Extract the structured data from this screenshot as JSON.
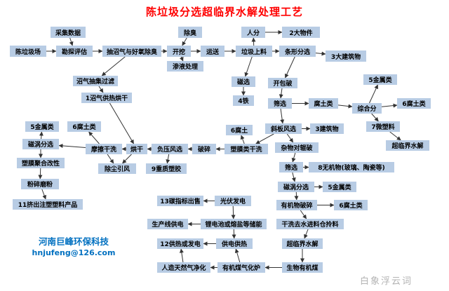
{
  "title": "陈垃圾分选超临界水解处理工艺",
  "company": {
    "name": "河南巨峰环保科技",
    "email": "hnjufeng@126.com"
  },
  "watermark": "白象浮云词",
  "colors": {
    "node_bg": "#b8cce4",
    "title_red": "#ff0000",
    "company_blue": "#0070c0",
    "arrow": "#333333"
  },
  "nodes": [
    {
      "id": "collect-data",
      "label": "采集数据"
    },
    {
      "id": "deodorize",
      "label": "除臭"
    },
    {
      "id": "manual-sort",
      "label": "人分"
    },
    {
      "id": "items-2",
      "label": "2大物件"
    },
    {
      "id": "old-landfill",
      "label": "陈垃圾场"
    },
    {
      "id": "survey-assess",
      "label": "勘探评估"
    },
    {
      "id": "biogas-aerobic-deodorize",
      "label": "抽沼气与好氧除臭"
    },
    {
      "id": "excavate",
      "label": "开挖"
    },
    {
      "id": "transport",
      "label": "运送"
    },
    {
      "id": "garbage-feeding",
      "label": "垃圾上料"
    },
    {
      "id": "bar-sorting",
      "label": "条形分选"
    },
    {
      "id": "buildings-3-people",
      "label": "3大建筑物"
    },
    {
      "id": "leachate-treatment",
      "label": "渗液处理"
    },
    {
      "id": "biogas-filter",
      "label": "沼气抽集过滤"
    },
    {
      "id": "magnetic-sort",
      "label": "磁选"
    },
    {
      "id": "bag-breaker",
      "label": "开包破"
    },
    {
      "id": "metals-5-a",
      "label": "5金属类"
    },
    {
      "id": "biogas-heat-dry",
      "label": "1沼气供热烘干"
    },
    {
      "id": "iron-4",
      "label": "4铁"
    },
    {
      "id": "sieve-1",
      "label": "筛选"
    },
    {
      "id": "humus",
      "label": "腐土类"
    },
    {
      "id": "comprehensive-sort",
      "label": "综合分"
    },
    {
      "id": "humus-6-a",
      "label": "6腐土类"
    },
    {
      "id": "metals-5-b",
      "label": "5金属类"
    },
    {
      "id": "humus-6-b",
      "label": "6腐土类"
    },
    {
      "id": "humus-6-mid",
      "label": "6腐土"
    },
    {
      "id": "inclined-air-sort",
      "label": "斜板风选"
    },
    {
      "id": "buildings-3",
      "label": "3建筑物"
    },
    {
      "id": "micro-plastics-7",
      "label": "7微塑料"
    },
    {
      "id": "eddy-magnetic-1",
      "label": "磁涡分选"
    },
    {
      "id": "friction-dry-clean",
      "label": "摩擦干洗"
    },
    {
      "id": "drying",
      "label": "烘干"
    },
    {
      "id": "negative-air-sort",
      "label": "负压风选"
    },
    {
      "id": "crushing",
      "label": "破碎"
    },
    {
      "id": "film-dry-clean",
      "label": "塑膜类干洗"
    },
    {
      "id": "roller-crusher",
      "label": "杂物对辊破"
    },
    {
      "id": "supercritical-hydrolysis-a",
      "label": "超临界水解"
    },
    {
      "id": "film-polymer-modify",
      "label": "塑膜聚合改性"
    },
    {
      "id": "dust-fan",
      "label": "除尘引风"
    },
    {
      "id": "heavy-plastic-9",
      "label": "9重质塑胶"
    },
    {
      "id": "sieve-2",
      "label": "筛选"
    },
    {
      "id": "inorganic-8",
      "label": "8无机物(玻璃、陶瓷等)"
    },
    {
      "id": "crush-grind",
      "label": "粉碎磨粉"
    },
    {
      "id": "eddy-magnetic-2",
      "label": "磁涡分选"
    },
    {
      "id": "metals-5-c",
      "label": "5金属类"
    },
    {
      "id": "extrusion-products-11",
      "label": "11挤出注塑塑料产品"
    },
    {
      "id": "carbon-credit-13",
      "label": "13碳指标出售"
    },
    {
      "id": "pv-power",
      "label": "光伏发电"
    },
    {
      "id": "organic-crush",
      "label": "有机物破碎"
    },
    {
      "id": "humus-6-c",
      "label": "6腐土类"
    },
    {
      "id": "production-power",
      "label": "生产线供电"
    },
    {
      "id": "battery-storage",
      "label": "锂电池或熔盐等储能"
    },
    {
      "id": "dry-dewater-feed",
      "label": "干洗去水进料仓拎料"
    },
    {
      "id": "heat-or-power-12",
      "label": "12供热或发电"
    },
    {
      "id": "power-heat-supply",
      "label": "供电供热"
    },
    {
      "id": "supercritical-hydrolysis-b",
      "label": "超临界水解"
    },
    {
      "id": "syngas-purify",
      "label": "人造天然气净化"
    },
    {
      "id": "organic-coal-gasifier",
      "label": "有机煤气化炉"
    },
    {
      "id": "bio-organic-coal",
      "label": "生物有机煤"
    }
  ],
  "edges": [
    [
      "collect-data",
      "survey-assess"
    ],
    [
      "old-landfill",
      "survey-assess"
    ],
    [
      "survey-assess",
      "biogas-aerobic-deodorize"
    ],
    [
      "biogas-aerobic-deodorize",
      "excavate"
    ],
    [
      "deodorize",
      "excavate"
    ],
    [
      "excavate",
      "transport"
    ],
    [
      "excavate",
      "leachate-treatment"
    ],
    [
      "transport",
      "garbage-feeding"
    ],
    [
      "garbage-feeding",
      "manual-sort"
    ],
    [
      "manual-sort",
      "items-2"
    ],
    [
      "garbage-feeding",
      "bar-sorting"
    ],
    [
      "garbage-feeding",
      "magnetic-sort"
    ],
    [
      "magnetic-sort",
      "iron-4"
    ],
    [
      "bar-sorting",
      "buildings-3-people"
    ],
    [
      "bar-sorting",
      "bag-breaker"
    ],
    [
      "bag-breaker",
      "sieve-1"
    ],
    [
      "sieve-1",
      "humus"
    ],
    [
      "humus",
      "comprehensive-sort"
    ],
    [
      "comprehensive-sort",
      "metals-5-a"
    ],
    [
      "comprehensive-sort",
      "humus-6-a"
    ],
    [
      "comprehensive-sort",
      "micro-plastics-7"
    ],
    [
      "micro-plastics-7",
      "supercritical-hydrolysis-a"
    ],
    [
      "sieve-1",
      "inclined-air-sort"
    ],
    [
      "inclined-air-sort",
      "buildings-3"
    ],
    [
      "inclined-air-sort",
      "roller-crusher"
    ],
    [
      "inclined-air-sort",
      "film-dry-clean"
    ],
    [
      "roller-crusher",
      "sieve-2"
    ],
    [
      "sieve-2",
      "inorganic-8"
    ],
    [
      "sieve-2",
      "eddy-magnetic-2"
    ],
    [
      "eddy-magnetic-2",
      "metals-5-c"
    ],
    [
      "eddy-magnetic-2",
      "organic-crush"
    ],
    [
      "organic-crush",
      "humus-6-c"
    ],
    [
      "organic-crush",
      "dry-dewater-feed"
    ],
    [
      "dry-dewater-feed",
      "supercritical-hydrolysis-b"
    ],
    [
      "supercritical-hydrolysis-b",
      "bio-organic-coal"
    ],
    [
      "bio-organic-coal",
      "organic-coal-gasifier"
    ],
    [
      "organic-coal-gasifier",
      "syngas-purify"
    ],
    [
      "syngas-purify",
      "heat-or-power-12"
    ],
    [
      "organic-coal-gasifier",
      "power-heat-supply"
    ],
    [
      "battery-storage",
      "power-heat-supply"
    ],
    [
      "pv-power",
      "battery-storage"
    ],
    [
      "pv-power",
      "carbon-credit-13"
    ],
    [
      "battery-storage",
      "production-power"
    ],
    [
      "film-dry-clean",
      "humus-6-mid"
    ],
    [
      "film-dry-clean",
      "crushing"
    ],
    [
      "crushing",
      "negative-air-sort"
    ],
    [
      "negative-air-sort",
      "heavy-plastic-9"
    ],
    [
      "negative-air-sort",
      "drying"
    ],
    [
      "drying",
      "friction-dry-clean"
    ],
    [
      "friction-dry-clean",
      "humus-6-b"
    ],
    [
      "friction-dry-clean",
      "eddy-magnetic-1"
    ],
    [
      "eddy-magnetic-1",
      "metals-5-b"
    ],
    [
      "eddy-magnetic-1",
      "film-polymer-modify"
    ],
    [
      "film-polymer-modify",
      "crush-grind"
    ],
    [
      "crush-grind",
      "extrusion-products-11"
    ],
    [
      "friction-dry-clean",
      "dust-fan"
    ],
    [
      "drying",
      "dust-fan"
    ],
    [
      "biogas-aerobic-deodorize",
      "biogas-filter"
    ],
    [
      "biogas-filter",
      "biogas-heat-dry"
    ],
    [
      "biogas-heat-dry",
      "drying"
    ],
    [
      "power-heat-supply",
      "heat-or-power-12"
    ]
  ]
}
